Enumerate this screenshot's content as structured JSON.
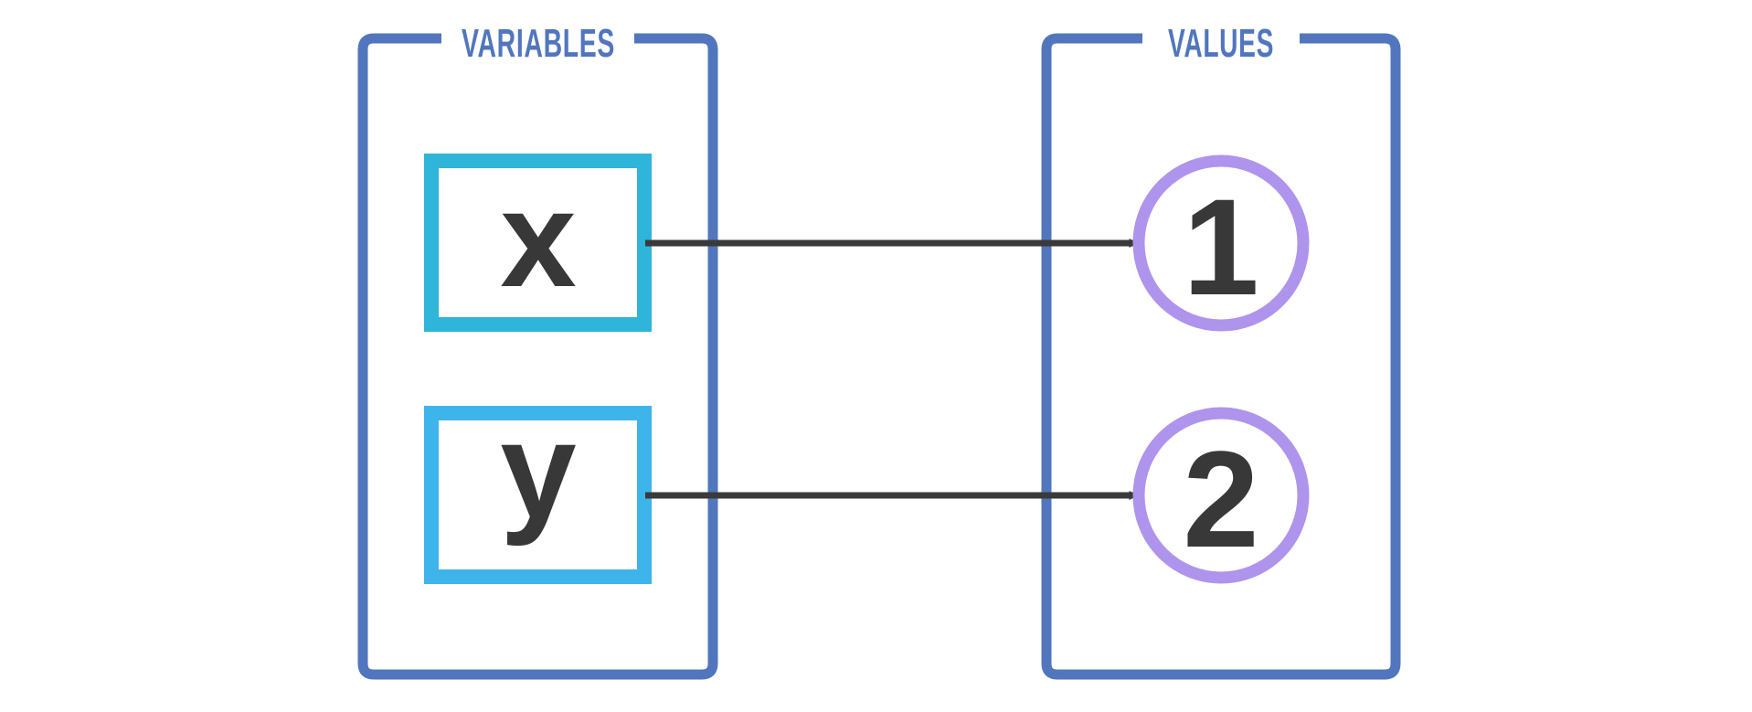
{
  "colors": {
    "panel": "#5176BE",
    "variable_box_x": "#2FB4DA",
    "variable_box_y": "#3DB5EB",
    "value_circle": "#AE94EC",
    "arrow": "#3A3A3A",
    "text_dark": "#383838"
  },
  "panels": {
    "variables": {
      "title": "VARIABLES"
    },
    "values": {
      "title": "VALUES"
    }
  },
  "variables": [
    {
      "name": "x"
    },
    {
      "name": "y"
    }
  ],
  "values": [
    {
      "label": "1"
    },
    {
      "label": "2"
    }
  ],
  "arrows": [
    {
      "from": "x",
      "to": "1"
    },
    {
      "from": "y",
      "to": "2"
    }
  ]
}
